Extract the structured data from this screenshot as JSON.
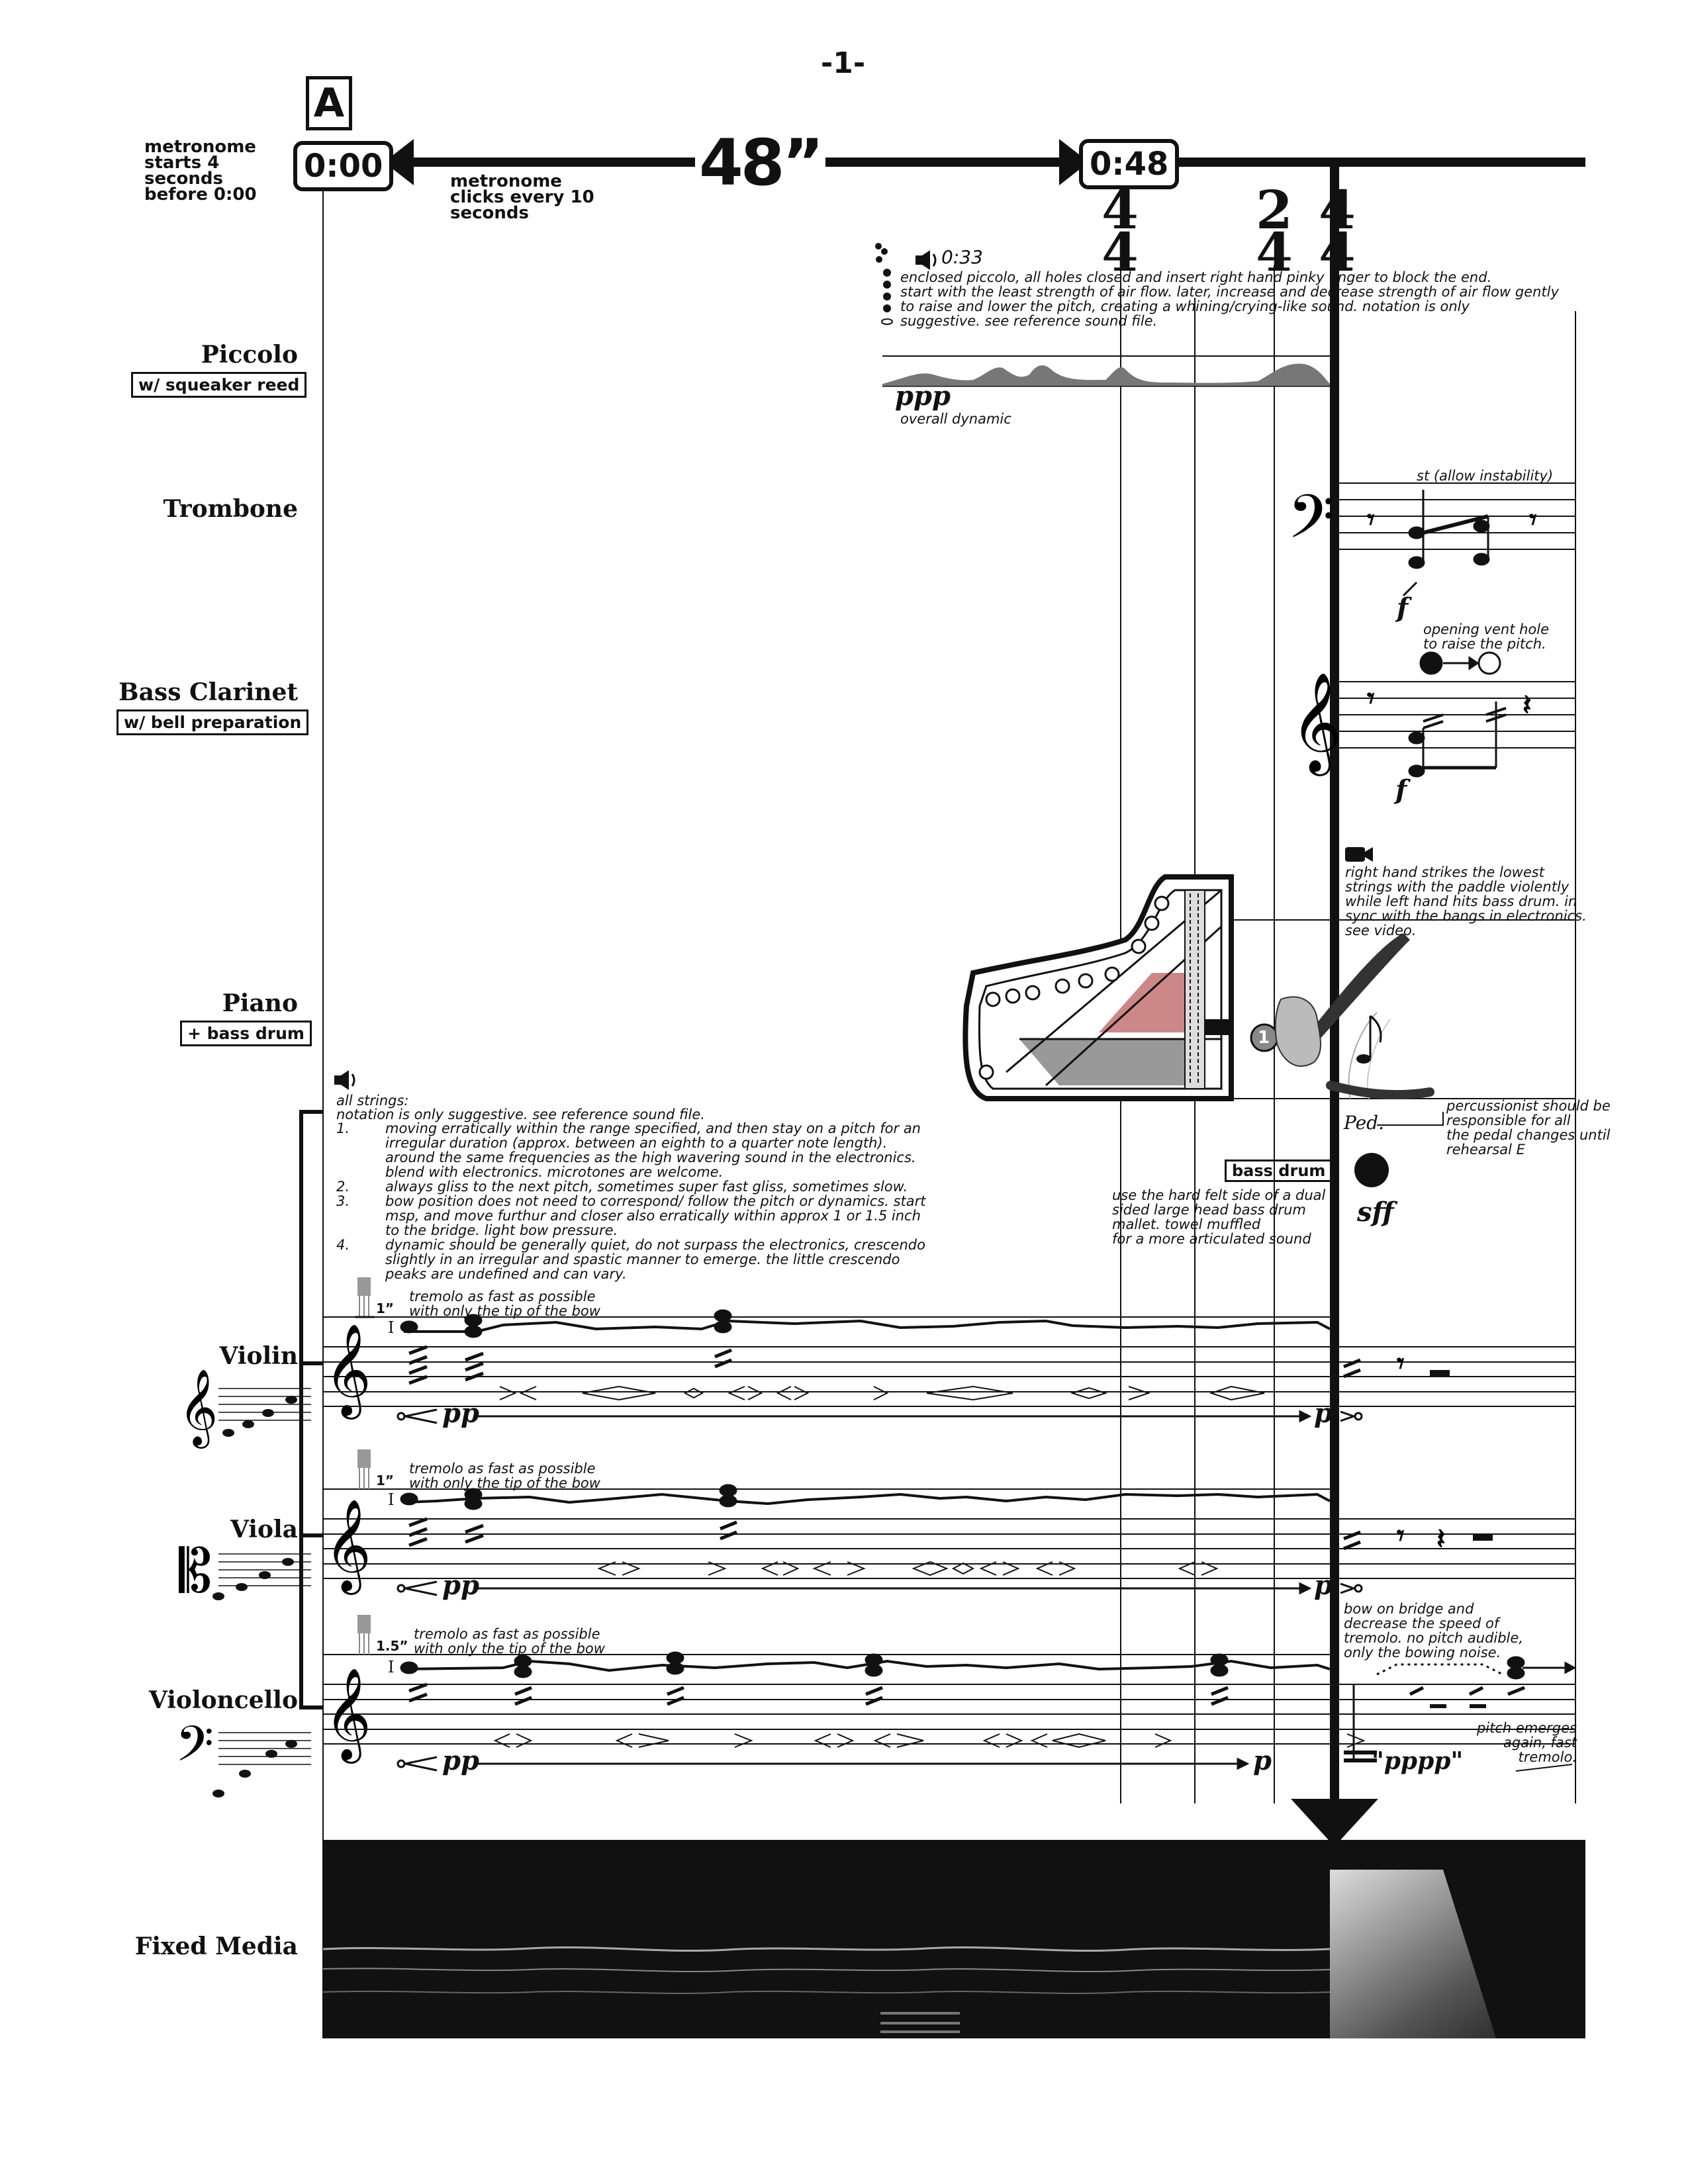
{
  "page_number": "-1-",
  "rehearsal_mark": "A",
  "metronome_note": "metronome starts 4 seconds before 0:00",
  "metronome_clicks": "metronome clicks every 10 seconds",
  "time_start": "0:00",
  "time_end": "0:48",
  "duration_label": "48”",
  "meters": [
    {
      "num": "4",
      "den": "4"
    },
    {
      "num": "2",
      "den": "4"
    },
    {
      "num": "4",
      "den": "4"
    }
  ],
  "instruments": {
    "piccolo": {
      "name": "Piccolo",
      "prep": "w/ squeaker reed"
    },
    "trombone": {
      "name": "Trombone"
    },
    "bass_clarinet": {
      "name": "Bass Clarinet",
      "prep": "w/ bell preparation"
    },
    "piano": {
      "name": "Piano",
      "prep": "+ bass drum"
    },
    "violin": {
      "name": "Violin"
    },
    "viola": {
      "name": "Viola"
    },
    "cello": {
      "name": "Violoncello"
    },
    "fixed_media": {
      "name": "Fixed Media"
    }
  },
  "piccolo_time": "0:33",
  "piccolo_text": [
    "enclosed piccolo, all holes closed and insert right hand pinky finger to block the end.",
    "start with the least strength of air flow. later, increase and decrease strength of air flow gently",
    "to raise and lower the pitch, creating a whining/crying-like sound. notation is only",
    "suggestive. see reference sound file."
  ],
  "piccolo_dynamic": "ppp",
  "piccolo_dynamic_note": "overall dynamic",
  "trombone_note": "st (allow instability)",
  "trombone_dynamic": "f",
  "bass_clarinet_note": [
    "opening vent hole",
    "to raise the pitch."
  ],
  "bass_clarinet_dynamic": "f",
  "piano_note": [
    "right hand strikes the lowest",
    "strings with the paddle violently",
    "while left hand hits bass drum. in",
    "sync with the bangs in electronics.",
    "see video."
  ],
  "piano_circle_number": "1",
  "pedal_mark": "Ped.",
  "pedal_note": [
    "percussionist should be",
    "responsible for all",
    "the pedal changes until",
    "rehearsal E"
  ],
  "bass_drum_label": "bass drum",
  "bass_drum_note": [
    "use the hard felt side of a dual",
    "sided large head bass drum",
    "mallet. towel muffled",
    "for a more articulated sound"
  ],
  "bass_drum_dynamic": "sff",
  "strings_header": "all strings:",
  "strings_intro": "notation is only suggestive. see reference sound file.",
  "strings_items": [
    {
      "num": "1.",
      "lines": [
        "moving erratically within the range specified, and then stay on a pitch for an",
        "irregular duration (approx. between an eighth to a quarter note length).",
        "around the same frequencies as the high wavering sound in the electronics.",
        "blend with electronics. microtones are welcome."
      ]
    },
    {
      "num": "2.",
      "lines": [
        "always gliss to the next pitch, sometimes super fast gliss, sometimes slow."
      ]
    },
    {
      "num": "3.",
      "lines": [
        "bow position does not need to correspond/ follow the pitch or dynamics. start",
        "msp, and move furthur and closer also erratically within approx 1 or 1.5 inch",
        "to the bridge. light bow pressure."
      ]
    },
    {
      "num": "4.",
      "lines": [
        "dynamic should be generally quiet, do not surpass the electronics, crescendo",
        "slightly in an irregular and spastic manner to emerge. the little crescendo",
        "peaks are undefined and can vary."
      ]
    }
  ],
  "tremolo_text": [
    "tremolo as fast as possible",
    "with only the tip of the bow"
  ],
  "violin_inch": "1”",
  "viola_inch": "1”",
  "cello_inch": "1.5”",
  "string_start_dynamic": "pp",
  "string_end_dynamic": "p",
  "roman_one": "I",
  "cello_note": [
    "bow on bridge and",
    "decrease the speed of",
    "tremolo. no pitch audible,",
    "only the bowing noise."
  ],
  "cello_end_dynamic": "\"pppp\"",
  "cello_emerge": [
    "pitch emerges",
    "again, fast",
    "tremolo."
  ]
}
